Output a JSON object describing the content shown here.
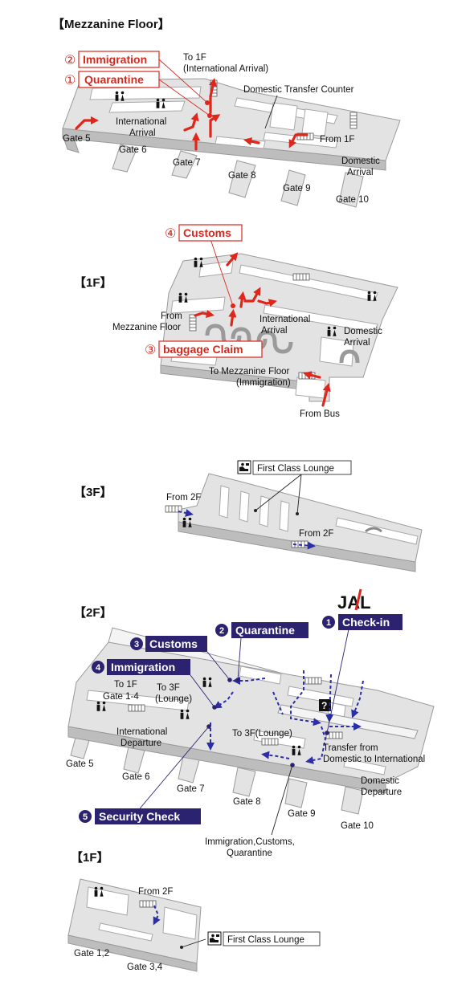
{
  "floors": {
    "mezz": "【Mezzanine Floor】",
    "f1": "【1F】",
    "f3": "【3F】",
    "f2": "【2F】",
    "f1b": "【1F】"
  },
  "mezz": {
    "immigration": {
      "num": "②",
      "label": "Immigration"
    },
    "quarantine": {
      "num": "①",
      "label": "Quarantine"
    },
    "to1f_line1": "To 1F",
    "to1f_line2": "(International Arrival)",
    "domestic_transfer": "Domestic Transfer Counter",
    "intl_arrival_1": "International",
    "intl_arrival_2": "Arrival",
    "from1f": "From 1F",
    "dom_arrival_1": "Domestic",
    "dom_arrival_2": "Arrival",
    "gate5": "Gate 5",
    "gate6": "Gate 6",
    "gate7": "Gate 7",
    "gate8": "Gate 8",
    "gate9": "Gate 9",
    "gate10": "Gate 10"
  },
  "f1": {
    "customs": {
      "num": "④",
      "label": "Customs"
    },
    "baggage": {
      "num": "③",
      "label": "baggage Claim"
    },
    "from_mezz_1": "From",
    "from_mezz_2": "Mezzanine Floor",
    "intl_arrival_1": "International",
    "intl_arrival_2": "Arrival",
    "dom_arrival_1": "Domestic",
    "dom_arrival_2": "Arrival",
    "to_mezz_1": "To Mezzanine Floor",
    "to_mezz_2": "(Immigration)",
    "from_bus": "From Bus"
  },
  "f3": {
    "first_class": "First Class Lounge",
    "from2f_a": "From 2F",
    "from2f_b": "From 2F"
  },
  "f2": {
    "logo": "JAL",
    "checkin": {
      "num": "1",
      "label": "Check-in"
    },
    "quarantine": {
      "num": "2",
      "label": "Quarantine"
    },
    "customs": {
      "num": "3",
      "label": "Customs"
    },
    "immigration": {
      "num": "4",
      "label": "Immigration"
    },
    "security": {
      "num": "5",
      "label": "Security Check"
    },
    "to1f": "To 1F",
    "gate14": "Gate 1-4",
    "to3f_1": "To 3F",
    "to3f_2": "(Lounge)",
    "intl_dep_1": "International",
    "intl_dep_2": "Departure",
    "to3f_lounge": "To 3F(Lounge)",
    "transfer_1": "Transfer from",
    "transfer_2": "Domestic to International",
    "dom_dep_1": "Domestic",
    "dom_dep_2": "Departure",
    "imm_cust_1": "Immigration,Customs,",
    "imm_cust_2": "Quarantine",
    "info": "?",
    "gate5": "Gate 5",
    "gate6": "Gate 6",
    "gate7": "Gate 7",
    "gate8": "Gate 8",
    "gate9": "Gate 9",
    "gate10": "Gate 10"
  },
  "f1b": {
    "from2f": "From 2F",
    "first_class": "First Class Lounge",
    "gate12": "Gate 1,2",
    "gate34": "Gate 3,4"
  },
  "icons": {
    "restroom": "restroom-icon",
    "lounge": "lounge-icon",
    "stairs": "escalator-icon",
    "info": "information-icon"
  },
  "colors": {
    "red": "#d8281e",
    "navy": "#2c2370",
    "route_blue": "#2c2ea8",
    "floor_gray": "#e3e3e3"
  }
}
